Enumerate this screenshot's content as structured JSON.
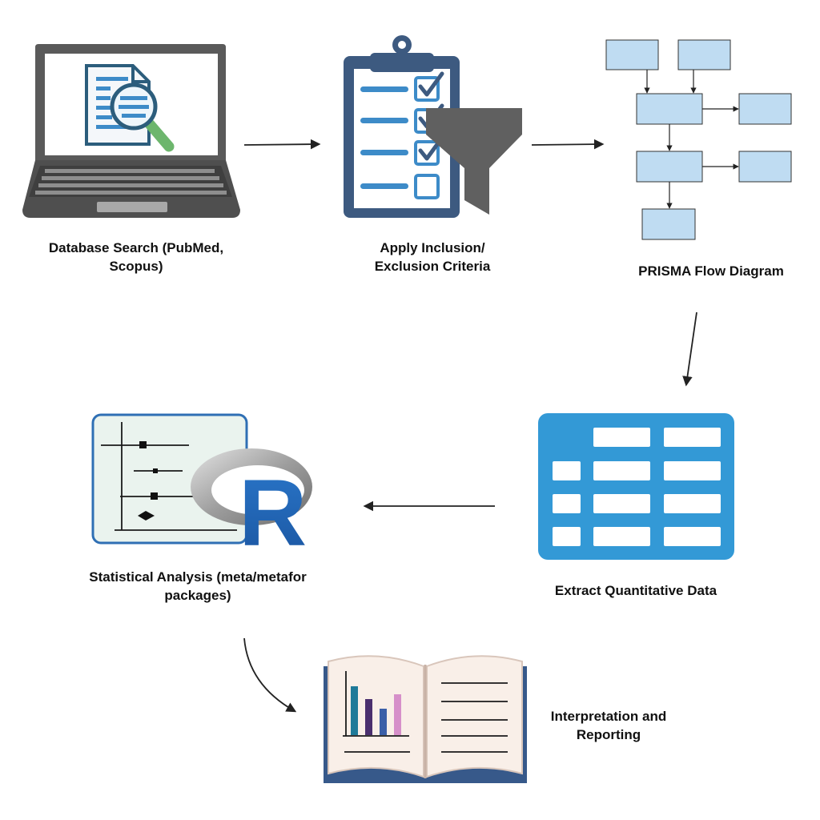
{
  "steps": {
    "search": {
      "line1": "Database Search (PubMed,",
      "line2": "Scopus)"
    },
    "criteria": {
      "line1": "Apply Inclusion/",
      "line2": "Exclusion Criteria"
    },
    "prisma": {
      "line1": "PRISMA Flow Diagram"
    },
    "extract": {
      "line1": "Extract Quantitative Data"
    },
    "analysis": {
      "line1": "Statistical Analysis (meta/metafor",
      "line2": "packages)"
    },
    "report": {
      "line1": "Interpretation and",
      "line2": "Reporting"
    }
  },
  "r_logo": {
    "letter": "R"
  },
  "colors": {
    "arrow": "#222222",
    "laptop": "#5a5a5a",
    "doc_outline": "#2c5d7c",
    "magnifier_handle": "#6db66d",
    "clipboard": "#3d5a80",
    "check_blue": "#3d8bc8",
    "funnel": "#606060",
    "flow_box_fill": "#bfdcf2",
    "table_blue": "#3399d6",
    "forest_frame": "#2f6fb4",
    "r_blue": "#1f63b5",
    "book_cover": "#37598a",
    "bar_teal": "#1f7a99",
    "bar_purple": "#4a2f6e",
    "bar_blue": "#3b5fa8",
    "bar_pink": "#d68fc9"
  }
}
